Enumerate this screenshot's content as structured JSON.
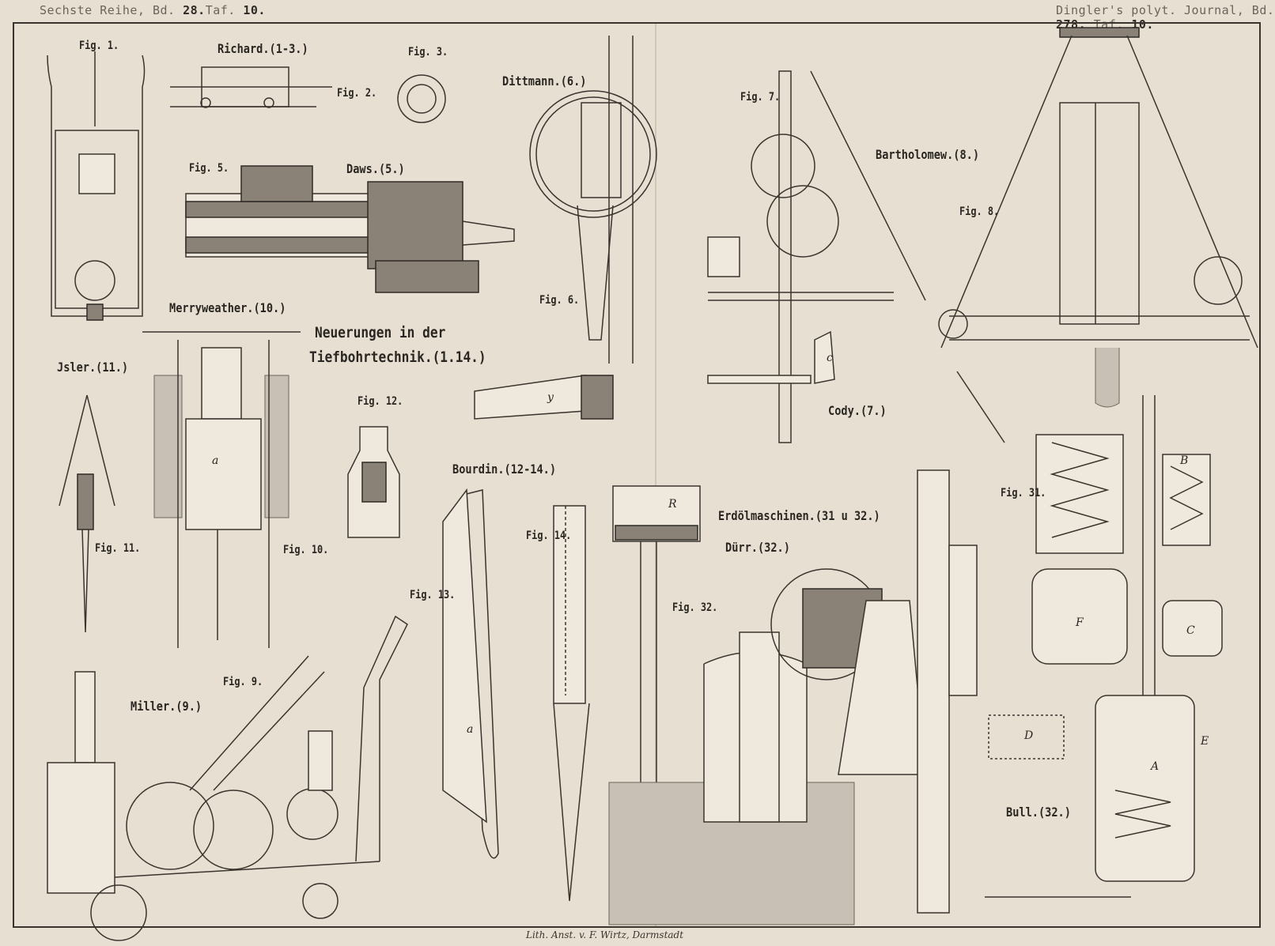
{
  "header": {
    "left": {
      "series": "Sechste Reihe, Bd.",
      "volume": "28.",
      "taf_label": "Taf.",
      "plate": "10."
    },
    "right": {
      "journal": "Dingler's polyt. Journal, Bd.",
      "volume": "278.",
      "taf_label": "Taf.",
      "plate": "10."
    }
  },
  "title": {
    "line1": "Neuerungen in der",
    "line2": "Tiefbohrtechnik.(1.14.)"
  },
  "inventors": {
    "richard": "Richard.(1-3.)",
    "daws": "Daws.(5.)",
    "dittmann": "Dittmann.(6.)",
    "bartholomew": "Bartholomew.(8.)",
    "cody": "Cody.(7.)",
    "merryweather": "Merryweather.(10.)",
    "isler": "Jsler.(11.)",
    "bourdin": "Bourdin.(12-14.)",
    "erdoel": "Erdölmaschinen.(31 u 32.)",
    "duerr": "Dürr.(32.)",
    "miller": "Miller.(9.)",
    "bull": "Bull.(32.)"
  },
  "figures": {
    "fig1": "Fig. 1.",
    "fig2": "Fig. 2.",
    "fig3": "Fig. 3.",
    "fig5": "Fig. 5.",
    "fig6": "Fig. 6.",
    "fig7": "Fig. 7.",
    "fig8": "Fig. 8.",
    "fig9": "Fig. 9.",
    "fig10": "Fig. 10.",
    "fig11": "Fig. 11.",
    "fig12": "Fig. 12.",
    "fig13": "Fig. 13.",
    "fig14": "Fig. 14.",
    "fig31": "Fig. 31.",
    "fig32": "Fig. 32."
  },
  "part_letters": {
    "R": "R",
    "F": "F",
    "C": "C",
    "D": "D",
    "A": "A",
    "E": "E",
    "B": "B",
    "a10": "a",
    "c7": "c",
    "y6": "y",
    "a13": "a"
  },
  "imprint": "Lith. Anst. v. F. Wirtz, Darmstadt"
}
